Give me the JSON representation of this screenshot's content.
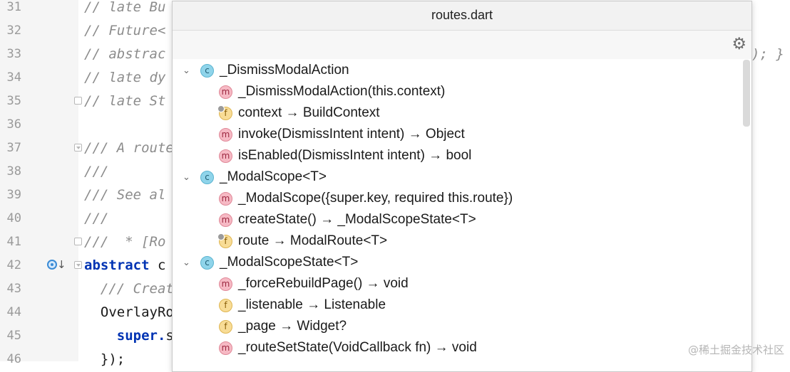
{
  "editor": {
    "line_numbers": [
      "31",
      "32",
      "33",
      "34",
      "35",
      "36",
      "37",
      "38",
      "39",
      "40",
      "41",
      "42",
      "43",
      "44",
      "45",
      "46"
    ],
    "lines": [
      {
        "type": "comment",
        "text": "// late Bu"
      },
      {
        "type": "comment",
        "text": "// Future<"
      },
      {
        "type": "comment",
        "text": "// abstrac"
      },
      {
        "type": "comment",
        "text": "// late dy"
      },
      {
        "type": "comment",
        "text": "// late St"
      },
      {
        "type": "plain",
        "text": ""
      },
      {
        "type": "comment",
        "text": "/// A route"
      },
      {
        "type": "comment",
        "text": "///"
      },
      {
        "type": "comment",
        "text": "/// See al"
      },
      {
        "type": "comment",
        "text": "///"
      },
      {
        "type": "comment",
        "text": "///  * [Ro"
      },
      {
        "type": "keyword",
        "text": "abstract",
        "rest": " c"
      },
      {
        "type": "comment",
        "text": "  /// Creat"
      },
      {
        "type": "plain",
        "text": "  OverlayRo"
      },
      {
        "type": "keyword",
        "text": "    super.",
        "rest": "s"
      },
      {
        "type": "plain",
        "text": "  });"
      }
    ],
    "right_fragment": "); }"
  },
  "popup": {
    "title": "routes.dart",
    "settings_icon": "gear-icon",
    "tree": [
      {
        "kind": "class",
        "label": "_DismissModalAction",
        "expanded": true
      },
      {
        "kind": "method",
        "label": "_DismissModalAction(this.context)"
      },
      {
        "kind": "field",
        "label": "context → BuildContext",
        "locked": true
      },
      {
        "kind": "method",
        "label": "invoke(DismissIntent intent) → Object"
      },
      {
        "kind": "method",
        "label": "isEnabled(DismissIntent intent) → bool"
      },
      {
        "kind": "class",
        "label": "_ModalScope<T>",
        "expanded": true
      },
      {
        "kind": "method",
        "label": "_ModalScope({super.key, required this.route})"
      },
      {
        "kind": "method",
        "label": "createState() → _ModalScopeState<T>"
      },
      {
        "kind": "field",
        "label": "route → ModalRoute<T>",
        "locked": true
      },
      {
        "kind": "class",
        "label": "_ModalScopeState<T>",
        "expanded": true
      },
      {
        "kind": "method",
        "label": "_forceRebuildPage() → void"
      },
      {
        "kind": "field",
        "label": "_listenable → Listenable"
      },
      {
        "kind": "field",
        "label": "_page → Widget?"
      },
      {
        "kind": "method",
        "label": "_routeSetState(VoidCallback fn) → void"
      }
    ]
  },
  "badges": {
    "class": "c",
    "method": "m",
    "field": "f"
  },
  "watermark": "@稀土掘金技术社区"
}
